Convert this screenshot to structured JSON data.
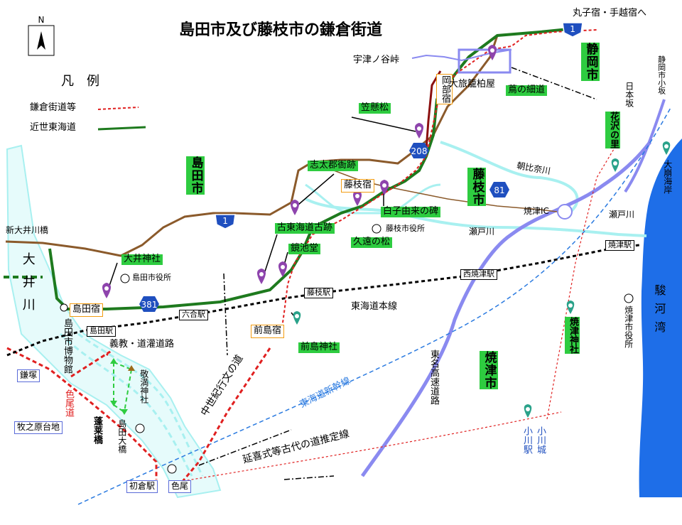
{
  "title": "島田市及び藤枝市の鎌倉街道",
  "compass": "N",
  "legend": {
    "heading": "凡　例",
    "items": [
      {
        "label": "鎌倉街道等",
        "color": "#e02020",
        "style": "dotted"
      },
      {
        "label": "近世東海道",
        "color": "#1e7a1e",
        "style": "solid"
      }
    ]
  },
  "colors": {
    "kamakura_road": "#e02020",
    "tokaido": "#1e7a1e",
    "highway": "#8b5a2b",
    "river": "#a8f0f0",
    "railway": "#000000",
    "expressway": "#8a8af0",
    "shinkansen": "#2a7ae0",
    "sea": "#1e6ee8",
    "city_label_bg": "#2ecc40",
    "station_box": "#f39c12",
    "route_shield": "#1f4fbf"
  },
  "top_right_note": "丸子宿・手越宿へ",
  "cities": [
    "島田市",
    "藤枝市",
    "焼津市",
    "静岡市"
  ],
  "route_numbers": [
    "1",
    "1",
    "208",
    "81",
    "381"
  ],
  "place_labels": {
    "utsunoya": "宇津ノ谷峠",
    "kasakakematsu": "笠懸松",
    "okabe": "岡部宿",
    "ryokan": "大旅籠柏屋",
    "tsuta": "蔦の細道",
    "shidagun": "志太郡衙跡",
    "fujiedajuku": "藤枝宿",
    "shirako": "白子由来の碑",
    "fujieda_office": "藤枝市役所",
    "furutokaido": "古東海道古跡",
    "kyochido": "鏡池堂",
    "kuon": "久遠の松",
    "oi_shrine": "大井神社",
    "shimada_office": "島田市役所",
    "shimadajuku": "島田宿",
    "maejimajuku": "前島宿",
    "maejima_shrine": "前島神社",
    "shimada_station": "島田駅",
    "rokugo_station": "六合駅",
    "fujieda_station": "藤枝駅",
    "nishiyaizu_station": "西焼津駅",
    "yaizu_station": "焼津駅",
    "hatsukura_station": "初倉駅",
    "ogawa_station": "小川駅",
    "ogawa_castle": "小川城",
    "iroo": "色尾",
    "makinohara": "牧之原台地",
    "kamatsuka": "鎌塚",
    "shin_oigawa": "新大井川橋",
    "oigawa": "大井川",
    "gikyo": "義教・道灌道路",
    "museum": "島田市博物館",
    "iroomichi": "色尾道",
    "horaibashi": "蓬莱橋",
    "shimada_ohashi": "島田大橋",
    "keiman": "敬満神社",
    "chusei": "中世紀行文の道",
    "engishiki": "延喜式等古代の道推定線",
    "tokaido_line": "東海道本線",
    "shinkansen": "東海道新幹線",
    "tomei": "東名高速道路",
    "yaizu_ic": "焼津IC",
    "setogawa_1": "瀬戸川",
    "setogawa_2": "瀬戸川",
    "asahina": "朝比奈川",
    "yaizu_shrine": "焼津神社",
    "yaizu_office": "焼津市役所",
    "suruga_bay": "駿河湾",
    "ohsaki": "大崩海岸",
    "hanazawa": "花沢の里",
    "nihonzaka": "日本坂",
    "shizuoka_kosaka": "静岡市小坂"
  }
}
